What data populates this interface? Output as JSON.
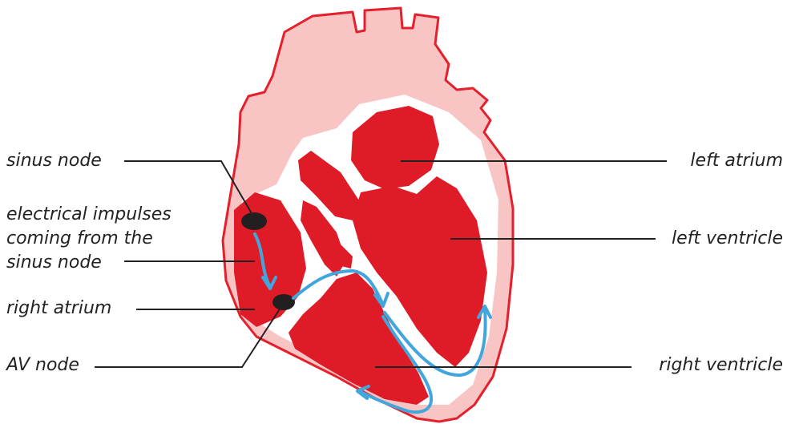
{
  "labels": {
    "sinus_node": "sinus node",
    "impulses_line1": "electrical impulses",
    "impulses_line2": "coming from the",
    "impulses_line3": "sinus node",
    "right_atrium": "right atrium",
    "av_node": "AV node",
    "left_atrium": "left atrium",
    "left_ventricle": "left ventricle",
    "right_ventricle": "right ventricle"
  },
  "colors": {
    "heart_outline": "#e3202c",
    "outer_pink": "#f8c5c4",
    "chamber_red": "#de1b27",
    "node_black": "#231f20",
    "impulse_blue": "#42a6dc",
    "leader_line": "#222222"
  }
}
